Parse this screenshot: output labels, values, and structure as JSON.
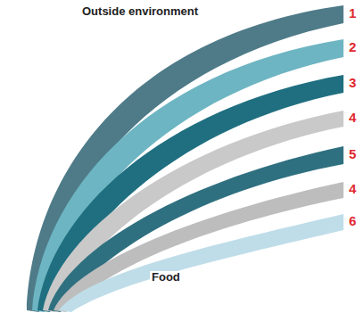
{
  "diagram": {
    "labels": [
      "Outside environment",
      "1",
      "2",
      "3",
      "4",
      "5",
      "4",
      "6",
      "Food"
    ]
  }
}
